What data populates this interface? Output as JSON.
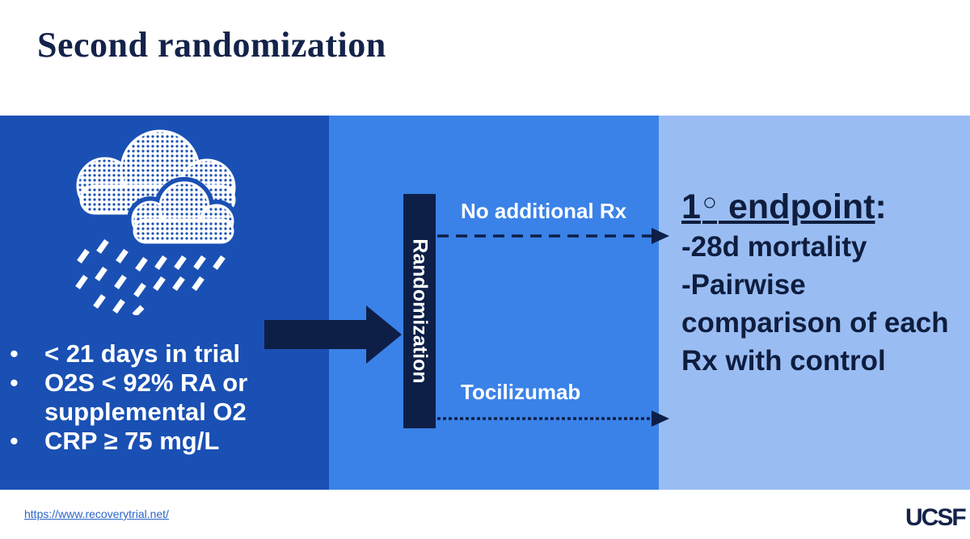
{
  "slide": {
    "title": "Second randomization",
    "criteria": [
      "< 21 days in trial",
      "O2S < 92% RA or supplemental O2",
      "CRP ≥ 75 mg/L"
    ],
    "randomization_label": "Randomization",
    "arms": {
      "top": "No additional Rx",
      "bottom": "Tocilizumab"
    },
    "endpoint": {
      "number": "1",
      "symbol": "○",
      "word": "endpoint",
      "colon": ":",
      "lines": [
        "-28d mortality",
        "-Pairwise comparison of each Rx with control"
      ]
    },
    "footer": {
      "url": "https://www.recoverytrial.net/",
      "logo": "UCSF"
    }
  },
  "colors": {
    "title": "#14234a",
    "band_left": "#1a50b4",
    "band_mid": "#3a82e8",
    "band_right": "#99bdf3",
    "navy": "#0e1f47"
  },
  "icons": [
    "cloud-rain-icon",
    "right-arrow-icon"
  ]
}
